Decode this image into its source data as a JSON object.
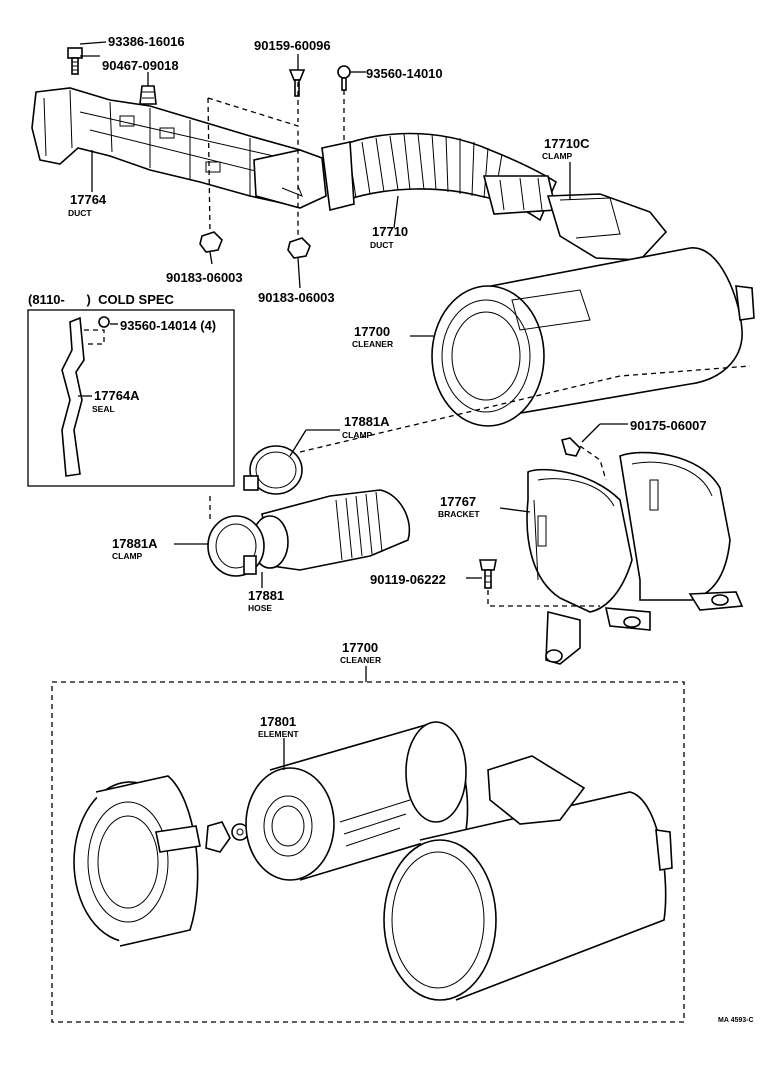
{
  "labels": {
    "bolt_1": "93386-16016",
    "bolt_2": "90467-09018",
    "screw_1": "90159-60096",
    "screw_2": "93560-14010",
    "duct_a_num": "17764",
    "duct_a_name": "DUCT",
    "duct_b_num": "17710",
    "duct_b_name": "DUCT",
    "clamp_c_num": "17710C",
    "clamp_c_name": "CLAMP",
    "nut_1": "90183-06003",
    "nut_2": "90183-06003",
    "cold_spec": "(8110-      )  COLD SPEC",
    "screw_3": "93560-14014 (4)",
    "seal_num": "17764A",
    "seal_name": "SEAL",
    "cleaner_num": "17700",
    "cleaner_name": "CLEANER",
    "clamp_a1_num": "17881A",
    "clamp_a1_name": "CLAMP",
    "wing_nut": "90175-06007",
    "bracket_num": "17767",
    "bracket_name": "BRACKET",
    "clamp_a2_num": "17881A",
    "clamp_a2_name": "CLAMP",
    "bolt_3": "90119-06222",
    "hose_num": "17881",
    "hose_name": "HOSE",
    "cleaner2_num": "17700",
    "cleaner2_name": "CLEANER",
    "element_num": "17801",
    "element_name": "ELEMENT",
    "ref_code": "MA 4593-C"
  }
}
